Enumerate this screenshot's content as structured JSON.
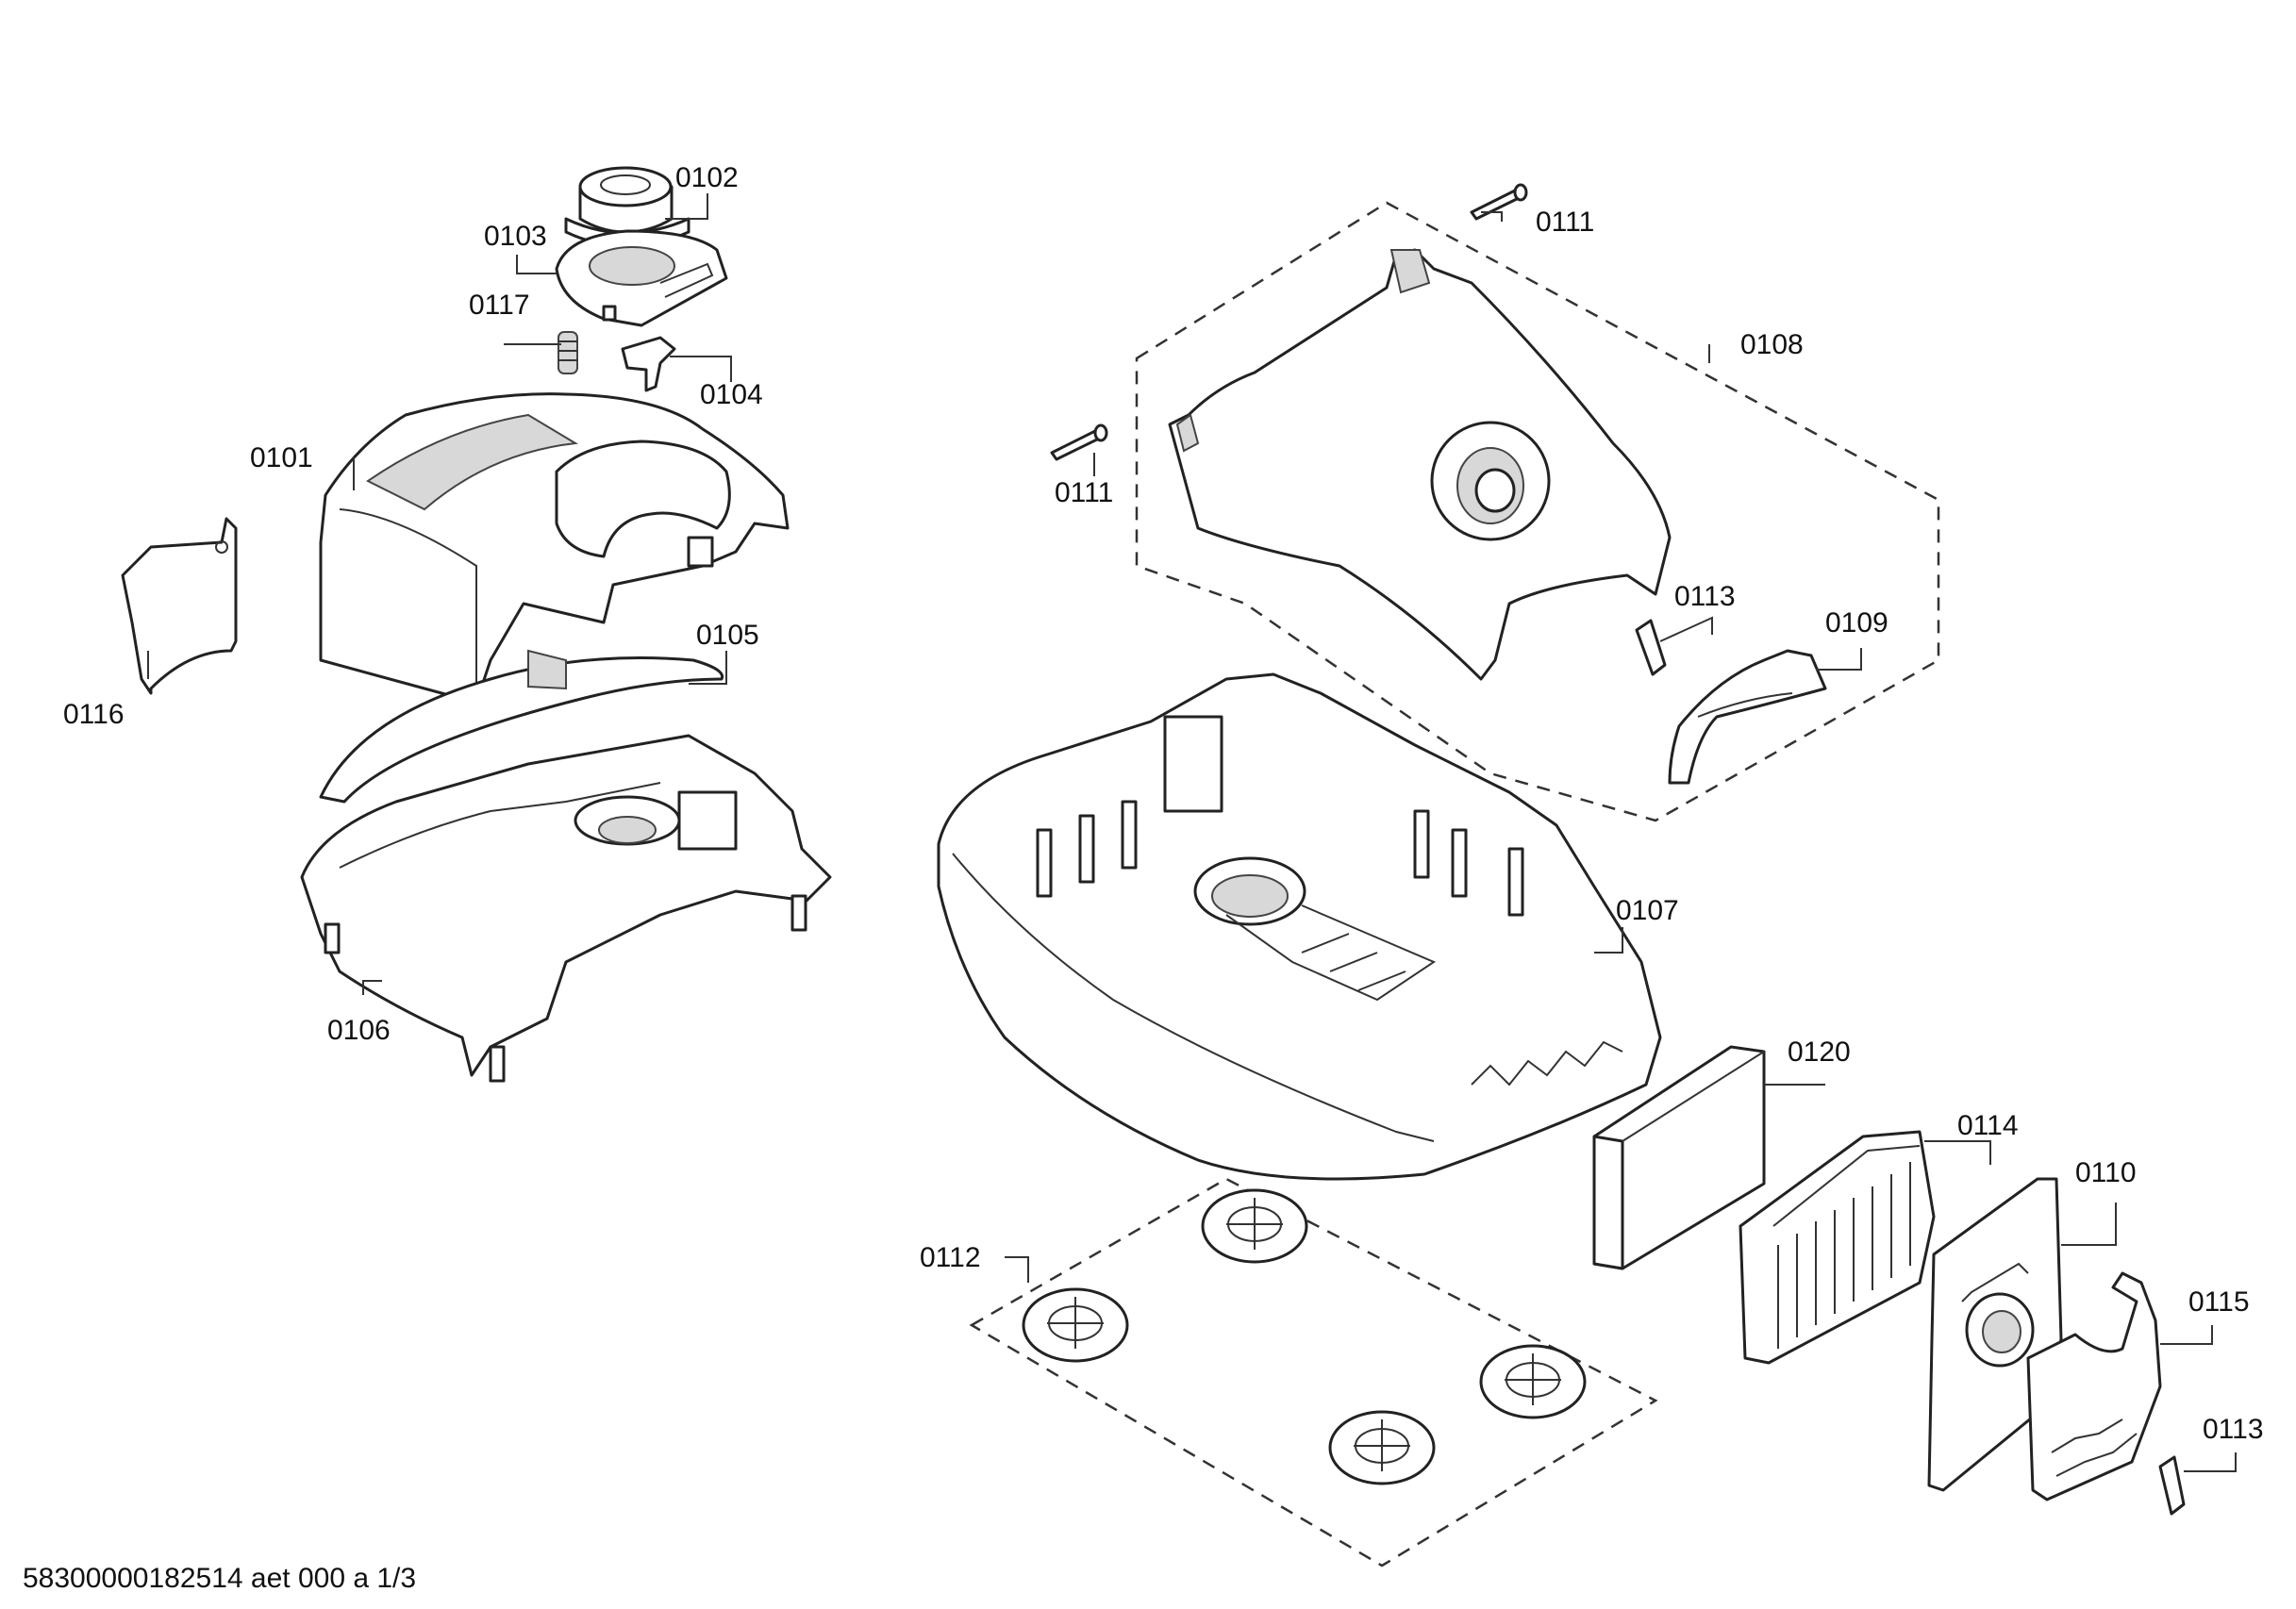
{
  "diagram": {
    "labels": {
      "p0101": "0101",
      "p0102": "0102",
      "p0103": "0103",
      "p0104": "0104",
      "p0105": "0105",
      "p0106": "0106",
      "p0107": "0107",
      "p0108": "0108",
      "p0109": "0109",
      "p0110": "0110",
      "p0111a": "0111",
      "p0111b": "0111",
      "p0112": "0112",
      "p0113a": "0113",
      "p0113b": "0113",
      "p0114": "0114",
      "p0115": "0115",
      "p0116": "0116",
      "p0117": "0117",
      "p0120": "0120"
    },
    "footer": "58300000182514 aet 000 a 1/3"
  }
}
